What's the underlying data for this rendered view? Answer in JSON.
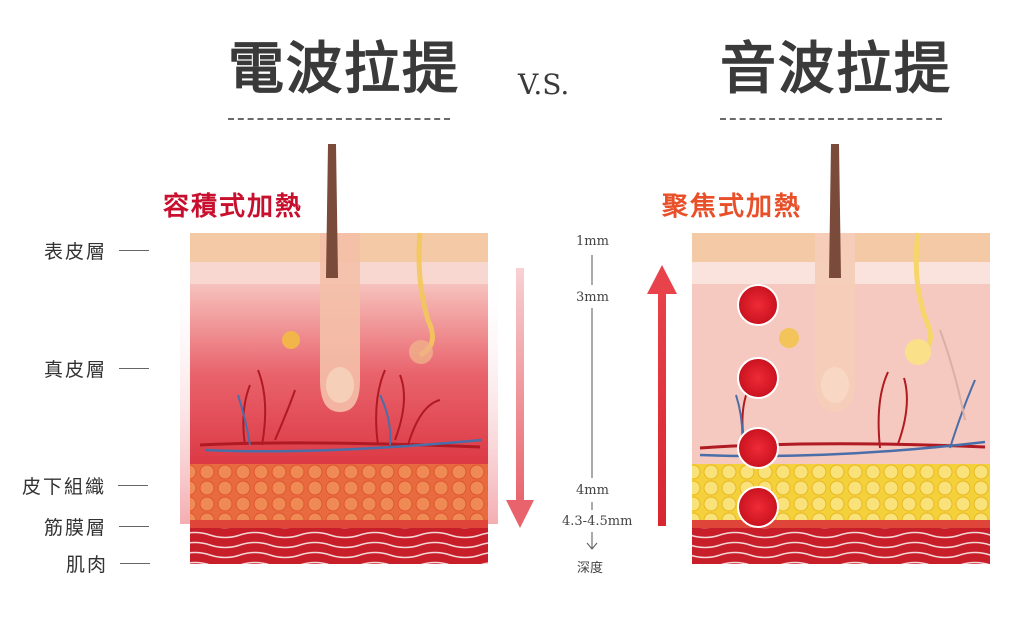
{
  "titles": {
    "left": "電波拉提",
    "vs": "V.S.",
    "right": "音波拉提"
  },
  "subtitles": {
    "left": "容積式加熱",
    "right": "聚焦式加熱"
  },
  "layers": [
    "表皮層",
    "真皮層",
    "皮下組織",
    "筋膜層",
    "肌肉"
  ],
  "depth_scale": {
    "ticks": [
      "1mm",
      "3mm",
      "4mm",
      "4.3-4.5mm"
    ],
    "axis_label": "深度"
  },
  "colors": {
    "title": "#3a3a3a",
    "left_accent": "#c8102e",
    "right_accent": "#e8502a",
    "heat_red": "#d7262f",
    "fat_yellow": "#f5cf3a",
    "muscle": "#c81e2a",
    "skin_top": "#f4c9a5"
  }
}
